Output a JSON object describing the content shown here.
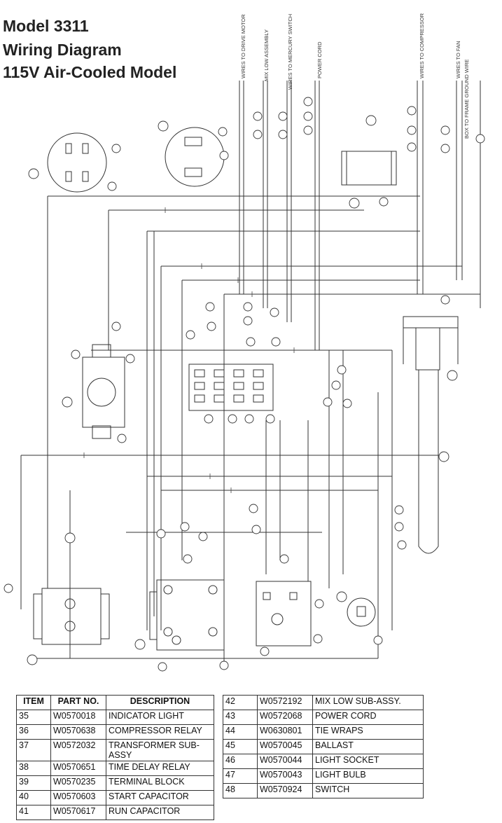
{
  "title": {
    "line1": "Model 3311",
    "line2": "Wiring Diagram",
    "line3": "115V Air-Cooled Model"
  },
  "wire_labels": [
    "WIRES TO DRIVE MOTOR",
    "MIX LOW ASSEMBLY",
    "WIRES TO MERCURY SWITCH",
    "POWER CORD",
    "WIRES TO COMPRESSOR",
    "WIRES TO FAN",
    "BOX TO FRAME GROUND WIRE"
  ],
  "parts_table": {
    "headers": [
      "ITEM",
      "PART NO.",
      "DESCRIPTION"
    ],
    "left_rows": [
      [
        "35",
        "W0570018",
        "INDICATOR LIGHT"
      ],
      [
        "36",
        "W0570638",
        "COMPRESSOR RELAY"
      ],
      [
        "37",
        "W0572032",
        "TRANSFORMER SUB-ASSY"
      ],
      [
        "38",
        "W0570651",
        "TIME DELAY RELAY"
      ],
      [
        "39",
        "W0570235",
        "TERMINAL BLOCK"
      ],
      [
        "40",
        "W0570603",
        "START CAPACITOR"
      ],
      [
        "41",
        "W0570617",
        "RUN CAPACITOR"
      ]
    ],
    "right_rows": [
      [
        "42",
        "W0572192",
        "MIX LOW SUB-ASSY."
      ],
      [
        "43",
        "W0572068",
        "POWER CORD"
      ],
      [
        "44",
        "W0630801",
        "TIE WRAPS"
      ],
      [
        "45",
        "W0570045",
        "BALLAST"
      ],
      [
        "46",
        "W0570044",
        "LIGHT SOCKET"
      ],
      [
        "47",
        "W0570043",
        "LIGHT BULB"
      ],
      [
        "48",
        "W0570924",
        "SWITCH"
      ]
    ]
  }
}
